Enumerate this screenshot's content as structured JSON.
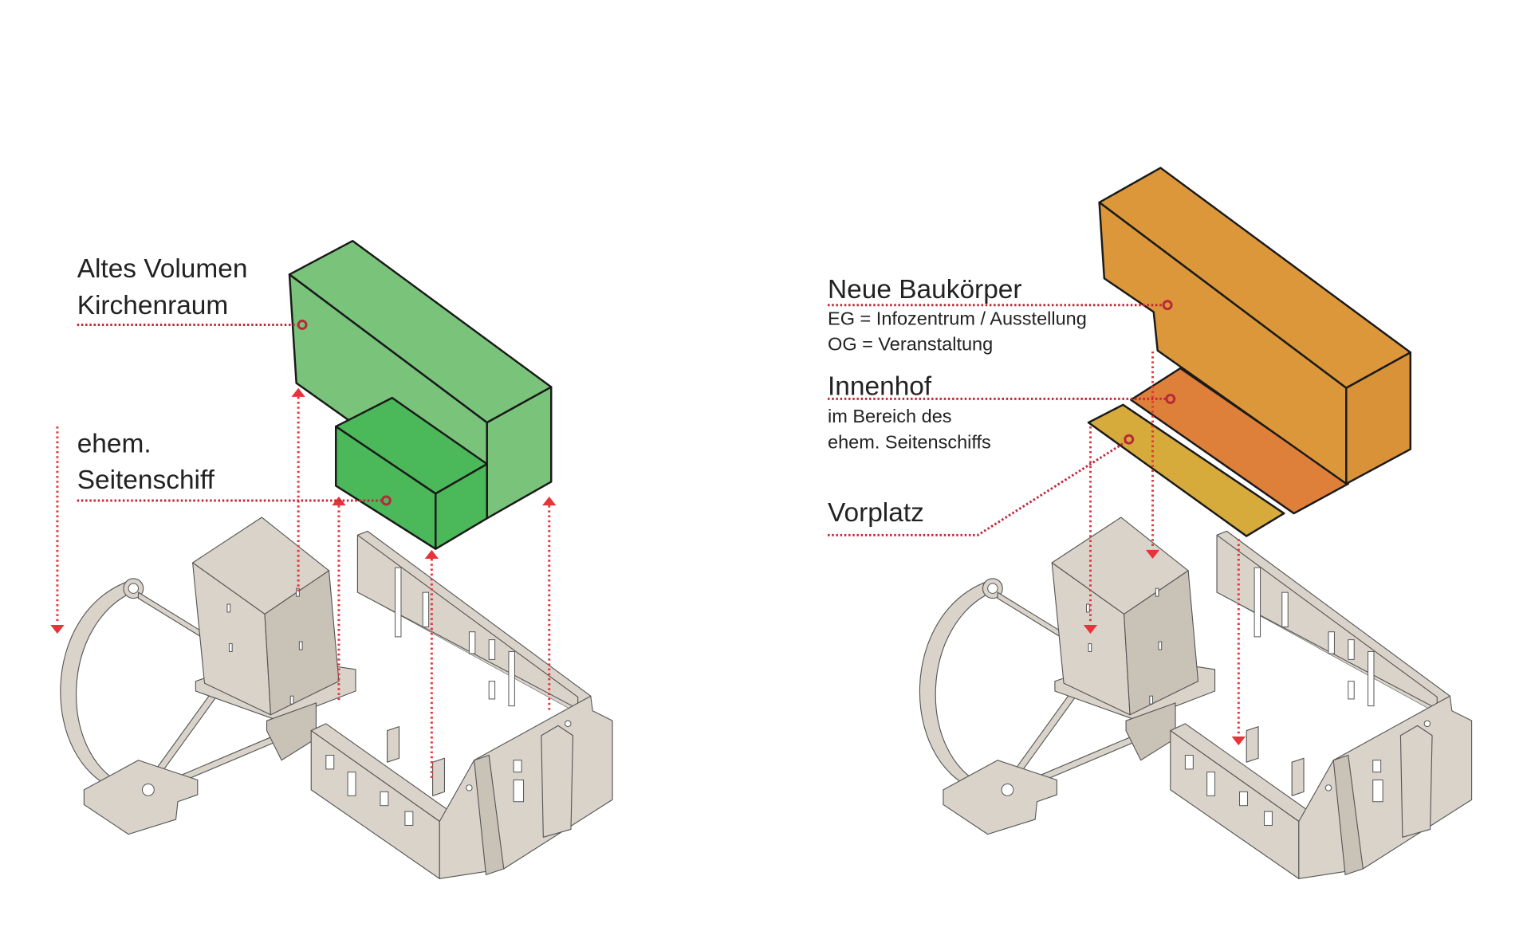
{
  "left_panel": {
    "label_volume_line1": "Altes Volumen",
    "label_volume_line2": "Kirchenraum",
    "label_aisle_line1": "ehem.",
    "label_aisle_line2": "Seitenschiff",
    "colors": {
      "main_volume": "#79c47a",
      "aisle_volume": "#4bb85a"
    }
  },
  "right_panel": {
    "label_new_title": "Neue Baukörper",
    "label_new_eg": "EG = Infozentrum / Ausstellung",
    "label_new_og": "OG = Veranstaltung",
    "label_court_title": "Innenhof",
    "label_court_line1": "im Bereich des",
    "label_court_line2": "ehem. Seitenschiffs",
    "label_forecourt": "Vorplatz",
    "colors": {
      "new_building": "#dc973a",
      "courtyard": "#de7f3a",
      "forecourt": "#d6ab3c"
    }
  },
  "colors": {
    "ruin": "#d9d3ca",
    "leader": "#c0283a",
    "arrow": "#e8333a"
  }
}
